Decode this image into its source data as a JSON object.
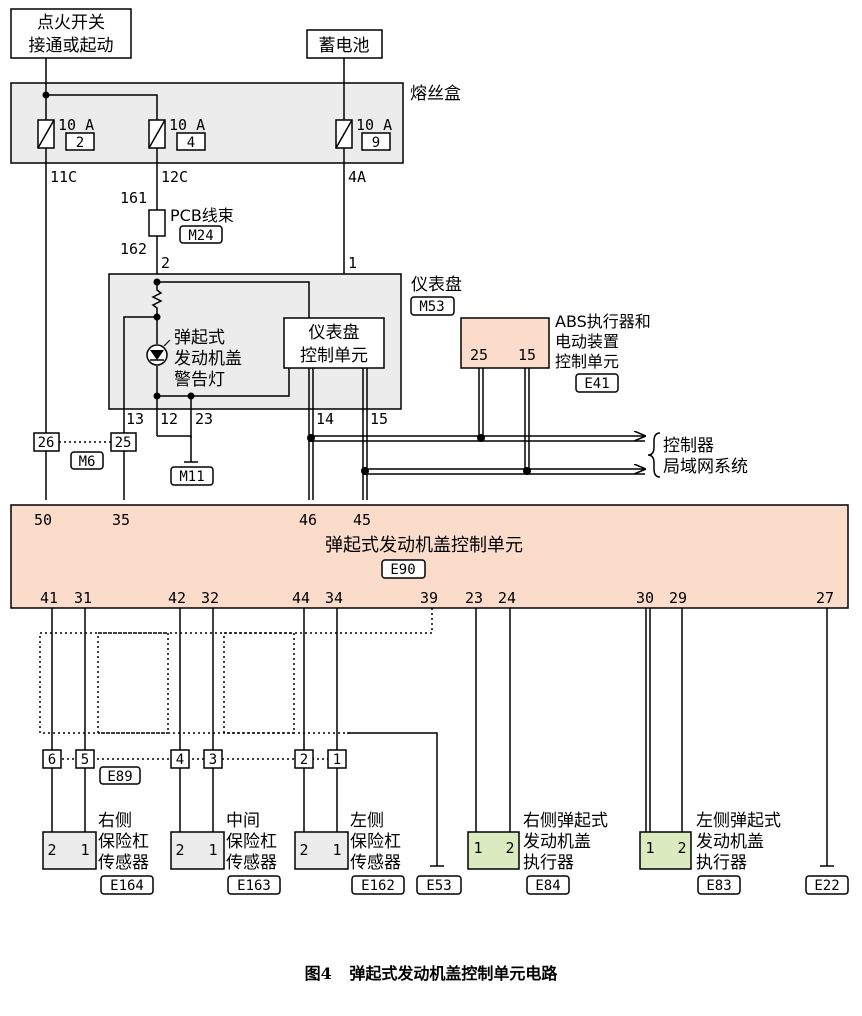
{
  "inputs": {
    "ignition_line1": "点火开关",
    "ignition_line2": "接通或起动",
    "battery": "蓄电池"
  },
  "fuse_box": {
    "title": "熔丝盒",
    "fuses": [
      {
        "rating": "10 A",
        "number": "2",
        "terminal": "11C"
      },
      {
        "rating": "10 A",
        "number": "4",
        "terminal": "12C"
      },
      {
        "rating": "10 A",
        "number": "9",
        "terminal": "4A"
      }
    ]
  },
  "pcb": {
    "label": "PCB线束",
    "code": "M24",
    "pin_top": "161",
    "pin_bottom": "162"
  },
  "instrument_panel": {
    "title": "仪表盘",
    "code": "M53",
    "pin_in_left": "2",
    "pin_in_right": "1",
    "lamp_line1": "弹起式",
    "lamp_line2": "发动机盖",
    "lamp_line3": "警告灯",
    "ecu_line1": "仪表盘",
    "ecu_line2": "控制单元",
    "pins_bottom": [
      "13",
      "12",
      "23",
      "14",
      "15"
    ]
  },
  "abs": {
    "line1": "ABS执行器和",
    "line2": "电动装置",
    "line3": "控制单元",
    "code": "E41",
    "pins": [
      "25",
      "15"
    ]
  },
  "can": {
    "line1": "控制器",
    "line2": "局域网系统"
  },
  "connector_m6": {
    "code": "M6",
    "pins": [
      "26",
      "25"
    ]
  },
  "ground_m11": "M11",
  "main_unit": {
    "title": "弹起式发动机盖控制单元",
    "code": "E90",
    "pins_top": [
      "50",
      "35",
      "46",
      "45"
    ],
    "pins_bottom": [
      "41",
      "31",
      "42",
      "32",
      "44",
      "34",
      "39",
      "23",
      "24",
      "30",
      "29",
      "27"
    ]
  },
  "connector_e89": {
    "code": "E89",
    "pins": [
      "6",
      "5",
      "4",
      "3",
      "2",
      "1"
    ]
  },
  "sensors": [
    {
      "line1": "右侧",
      "line2": "保险杠",
      "line3": "传感器",
      "code": "E164",
      "pins": [
        "2",
        "1"
      ]
    },
    {
      "line1": "中间",
      "line2": "保险杠",
      "line3": "传感器",
      "code": "E163",
      "pins": [
        "2",
        "1"
      ]
    },
    {
      "line1": "左侧",
      "line2": "保险杠",
      "line3": "传感器",
      "code": "E162",
      "pins": [
        "2",
        "1"
      ]
    }
  ],
  "ground_e53": "E53",
  "actuators": [
    {
      "line1": "右侧弹起式",
      "line2": "发动机盖",
      "line3": "执行器",
      "code": "E84",
      "pins": [
        "1",
        "2"
      ]
    },
    {
      "line1": "左侧弹起式",
      "line2": "发动机盖",
      "line3": "执行器",
      "code": "E83",
      "pins": [
        "1",
        "2"
      ]
    }
  ],
  "ground_e22": "E22",
  "caption": {
    "figure": "图4",
    "title": "弹起式发动机盖控制单元电路"
  },
  "colors": {
    "box_gray": "#ececec",
    "unit_fill": "#fbdccb",
    "actuator_fill": "#d9ebbf",
    "line": "#000000"
  }
}
